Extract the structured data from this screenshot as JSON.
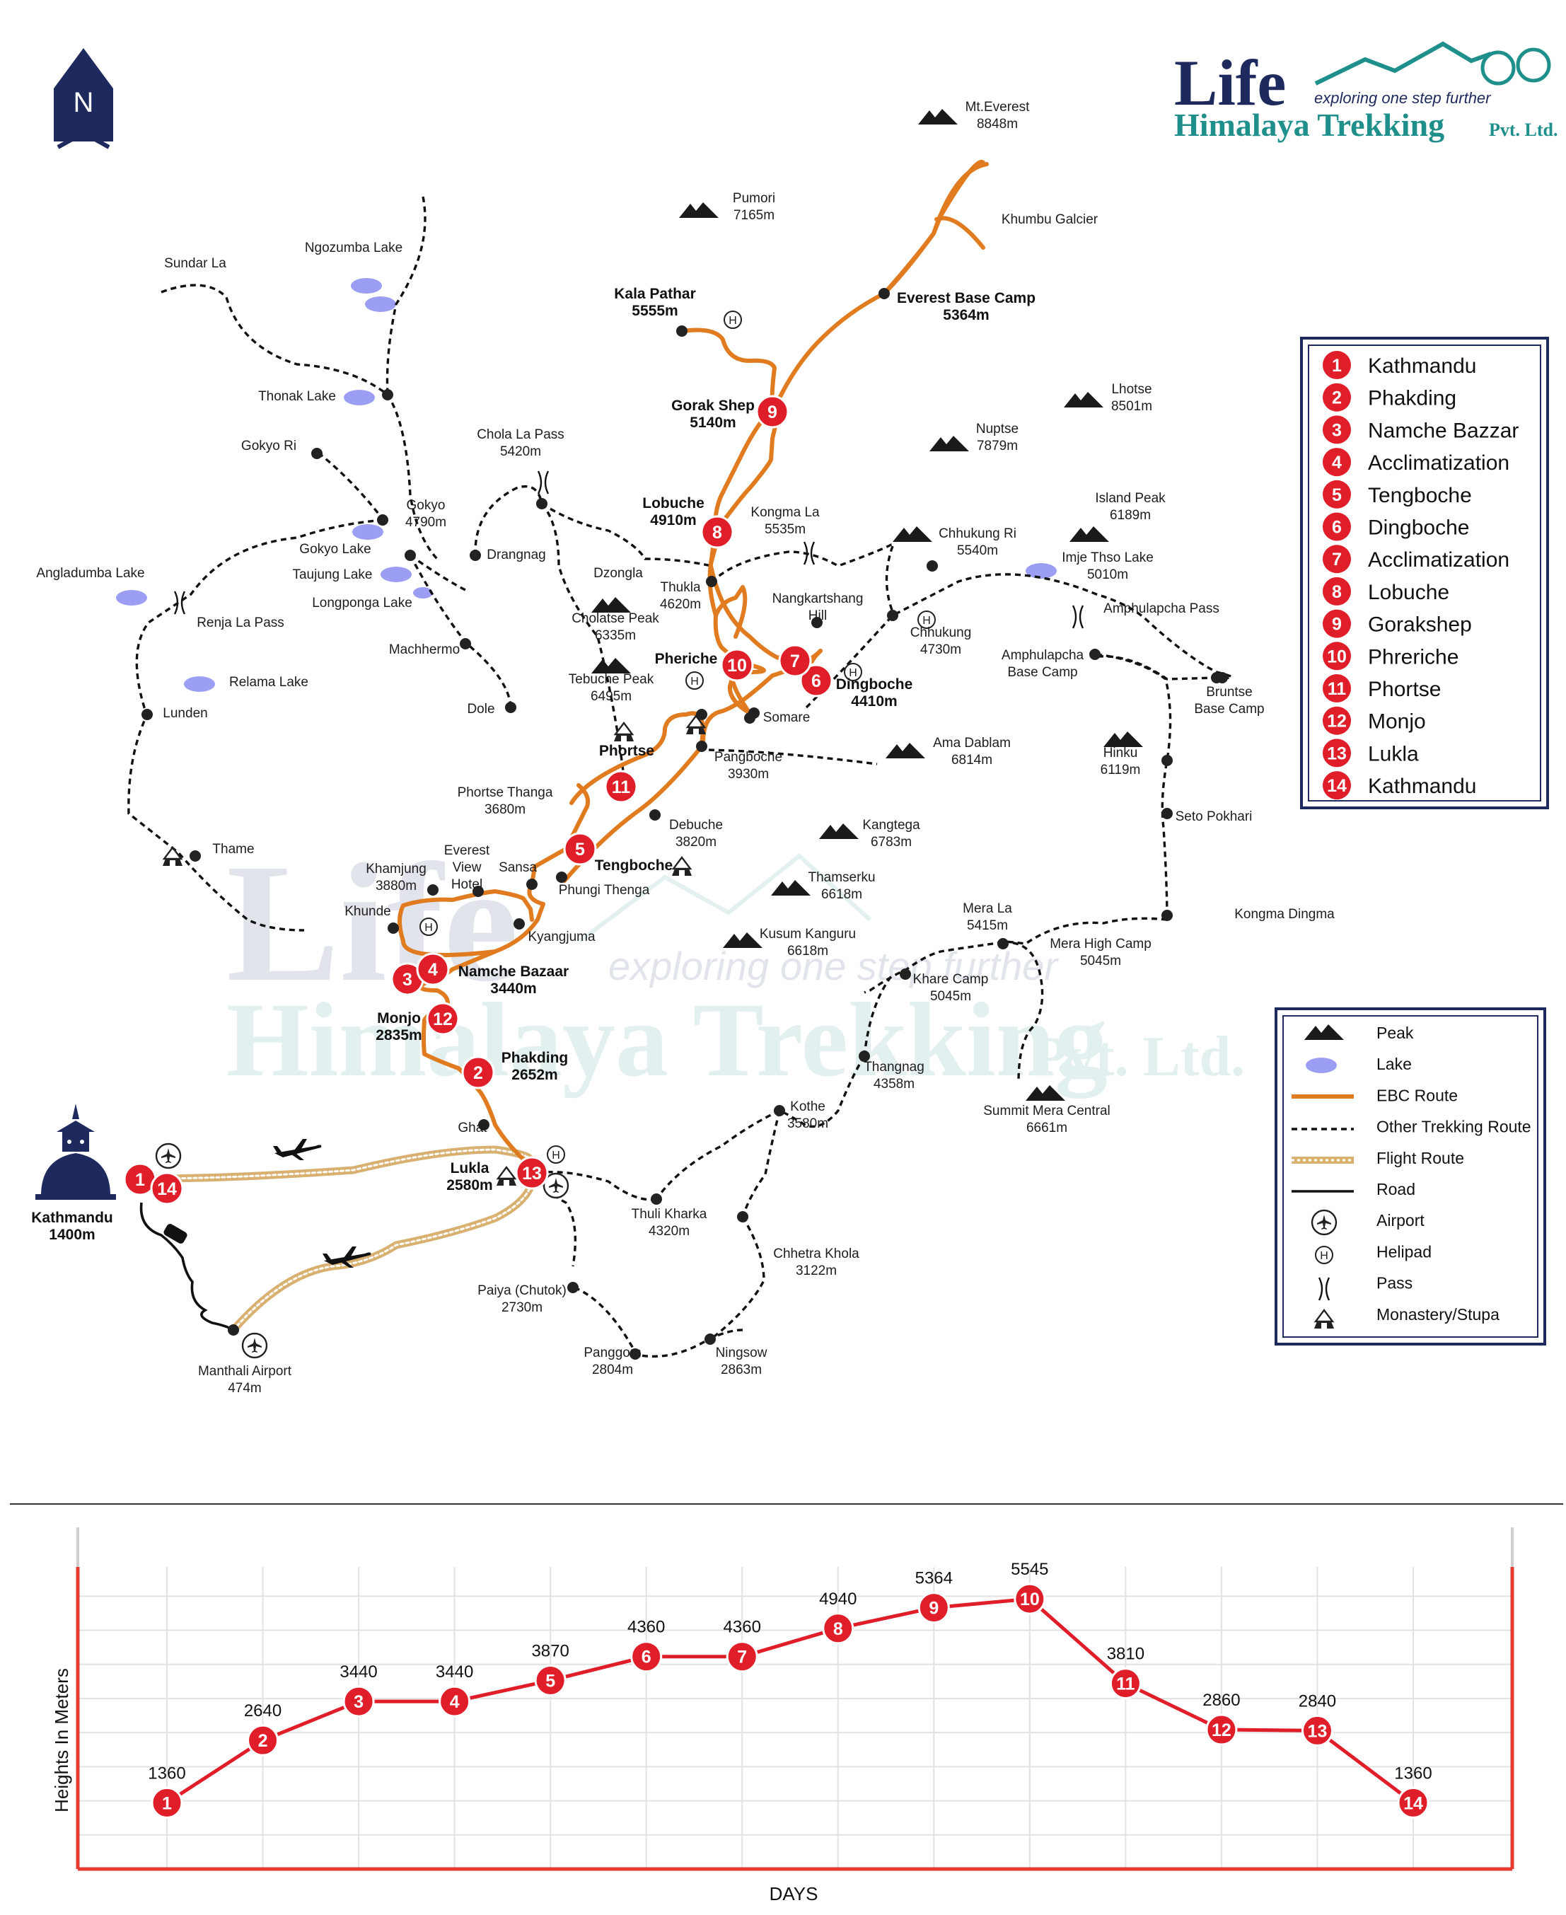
{
  "colors": {
    "ebc": "#e07b20",
    "flight": "#d8b070",
    "badge": "#e01e2a",
    "navy": "#1e2a5e",
    "lake": "#9b9ef2"
  },
  "north": "N",
  "logo": {
    "title": "Life",
    "tagline": "exploring one step further",
    "company": "Himalaya Trekking",
    "suffix": "Pvt. Ltd."
  },
  "places": [
    {
      "id": "everest",
      "lines": [
        "Mt.Everest",
        "8848m"
      ]
    },
    {
      "id": "pumori",
      "lines": [
        "Pumori",
        "7165m"
      ]
    },
    {
      "id": "khumbu",
      "lines": [
        "Khumbu Galcier"
      ]
    },
    {
      "id": "sundar",
      "lines": [
        "Sundar La"
      ]
    },
    {
      "id": "ngozumba",
      "lines": [
        "Ngozumba Lake"
      ]
    },
    {
      "id": "thonak",
      "lines": [
        "Thonak Lake"
      ]
    },
    {
      "id": "gokyori",
      "lines": [
        "Gokyo Ri"
      ]
    },
    {
      "id": "gokyo",
      "lines": [
        "Gokyo",
        "4790m"
      ]
    },
    {
      "id": "gokyolake",
      "lines": [
        "Gokyo Lake"
      ]
    },
    {
      "id": "taujung",
      "lines": [
        "Taujung Lake"
      ]
    },
    {
      "id": "longponga",
      "lines": [
        "Longponga Lake"
      ]
    },
    {
      "id": "angladumba",
      "lines": [
        "Angladumba Lake"
      ]
    },
    {
      "id": "renja",
      "lines": [
        "Renja La Pass"
      ]
    },
    {
      "id": "relama",
      "lines": [
        "Relama Lake"
      ]
    },
    {
      "id": "lunden",
      "lines": [
        "Lunden"
      ]
    },
    {
      "id": "machhermo",
      "lines": [
        "Machhermo"
      ]
    },
    {
      "id": "dole",
      "lines": [
        "Dole"
      ]
    },
    {
      "id": "cholapass",
      "lines": [
        "Chola La Pass",
        "5420m"
      ]
    },
    {
      "id": "drangnag",
      "lines": [
        "Drangnag"
      ]
    },
    {
      "id": "dzongla",
      "lines": [
        "Dzongla"
      ]
    },
    {
      "id": "cholatse",
      "lines": [
        "Cholatse Peak",
        "6335m"
      ]
    },
    {
      "id": "tebuche",
      "lines": [
        "Tebuche Peak",
        "6495m"
      ]
    },
    {
      "id": "thukla",
      "lines": [
        "Thukla",
        "4620m"
      ]
    },
    {
      "id": "kongma",
      "lines": [
        "Kongma La",
        "5535m"
      ]
    },
    {
      "id": "chhukungri",
      "lines": [
        "Chhukung Ri",
        "5540m"
      ]
    },
    {
      "id": "nangkart",
      "lines": [
        "Nangkartshang",
        "Hill"
      ]
    },
    {
      "id": "chhukung",
      "lines": [
        "Chhukung",
        "4730m"
      ]
    },
    {
      "id": "lhotse",
      "lines": [
        "Lhotse",
        "8501m"
      ]
    },
    {
      "id": "nuptse",
      "lines": [
        "Nuptse",
        "7879m"
      ]
    },
    {
      "id": "island",
      "lines": [
        "Island Peak",
        "6189m"
      ]
    },
    {
      "id": "imje",
      "lines": [
        "Imje Thso Lake",
        "5010m"
      ]
    },
    {
      "id": "amphupass",
      "lines": [
        "Amphulapcha Pass"
      ]
    },
    {
      "id": "amphubase",
      "lines": [
        "Amphulapcha",
        "Base Camp"
      ]
    },
    {
      "id": "bruntse",
      "lines": [
        "Bruntse",
        "Base Camp"
      ]
    },
    {
      "id": "somare",
      "lines": [
        "Somare"
      ]
    },
    {
      "id": "pangboche",
      "lines": [
        "Pangboche",
        "3930m"
      ]
    },
    {
      "id": "amadablam",
      "lines": [
        "Ama Dablam",
        "6814m"
      ]
    },
    {
      "id": "hinku",
      "lines": [
        "Hinku",
        "6119m"
      ]
    },
    {
      "id": "setopokhari",
      "lines": [
        "Seto Pokhari"
      ]
    },
    {
      "id": "phortsethanga",
      "lines": [
        "Phortse Thanga",
        "3680m"
      ]
    },
    {
      "id": "debuche",
      "lines": [
        "Debuche",
        "3820m"
      ]
    },
    {
      "id": "kangtega",
      "lines": [
        "Kangtega",
        "6783m"
      ]
    },
    {
      "id": "thame",
      "lines": [
        "Thame"
      ]
    },
    {
      "id": "khamjung",
      "lines": [
        "Khamjung",
        "3880m"
      ]
    },
    {
      "id": "everestview",
      "lines": [
        "Everest",
        "View",
        "Hotel"
      ]
    },
    {
      "id": "sansa",
      "lines": [
        "Sansa"
      ]
    },
    {
      "id": "phungi",
      "lines": [
        "Phungi Thenga"
      ]
    },
    {
      "id": "thamserku",
      "lines": [
        "Thamserku",
        "6618m"
      ]
    },
    {
      "id": "khunde",
      "lines": [
        "Khunde"
      ]
    },
    {
      "id": "kyangjuma",
      "lines": [
        "Kyangjuma"
      ]
    },
    {
      "id": "kusum",
      "lines": [
        "Kusum Kanguru",
        "6618m"
      ]
    },
    {
      "id": "merala",
      "lines": [
        "Mera La",
        "5415m"
      ]
    },
    {
      "id": "merahigh",
      "lines": [
        "Mera High Camp",
        "5045m"
      ]
    },
    {
      "id": "kongmadingma",
      "lines": [
        "Kongma Dingma"
      ]
    },
    {
      "id": "kharecamp",
      "lines": [
        "Khare Camp",
        "5045m"
      ]
    },
    {
      "id": "thangnag",
      "lines": [
        "Thangnag",
        "4358m"
      ]
    },
    {
      "id": "summitmera",
      "lines": [
        "Summit Mera Central",
        "6661m"
      ]
    },
    {
      "id": "kothe",
      "lines": [
        "Kothe",
        "3580m"
      ]
    },
    {
      "id": "ghat",
      "lines": [
        "Ghat"
      ]
    },
    {
      "id": "thulikharka",
      "lines": [
        "Thuli Kharka",
        "4320m"
      ]
    },
    {
      "id": "chhetra",
      "lines": [
        "Chhetra Khola",
        "3122m"
      ]
    },
    {
      "id": "paiya",
      "lines": [
        "Paiya (Chutok)",
        "2730m"
      ]
    },
    {
      "id": "panggom",
      "lines": [
        "Panggom",
        "2804m"
      ]
    },
    {
      "id": "ningsow",
      "lines": [
        "Ningsow",
        "2863m"
      ]
    },
    {
      "id": "manthali",
      "lines": [
        "Manthali Airport",
        "474m"
      ]
    }
  ],
  "bold_places": [
    {
      "id": "kalapathar",
      "lines": [
        "Kala Pathar",
        "5555m"
      ]
    },
    {
      "id": "ebc",
      "lines": [
        "Everest Base Camp",
        "5364m"
      ]
    },
    {
      "id": "gorakshep",
      "lines": [
        "Gorak Shep",
        "5140m"
      ]
    },
    {
      "id": "lobuche",
      "lines": [
        "Lobuche",
        "4910m"
      ]
    },
    {
      "id": "pheriche",
      "lines": [
        "Pheriche"
      ]
    },
    {
      "id": "dingboche",
      "lines": [
        "Dingboche",
        "4410m"
      ]
    },
    {
      "id": "phortse",
      "lines": [
        "Phortse"
      ]
    },
    {
      "id": "tengboche",
      "lines": [
        "Tengboche"
      ]
    },
    {
      "id": "namche",
      "lines": [
        "Namche Bazaar",
        "3440m"
      ]
    },
    {
      "id": "monjo",
      "lines": [
        "Monjo",
        "2835m"
      ]
    },
    {
      "id": "phakding",
      "lines": [
        "Phakding",
        "2652m"
      ]
    },
    {
      "id": "lukla",
      "lines": [
        "Lukla",
        "2580m"
      ]
    },
    {
      "id": "kathmandu",
      "lines": [
        "Kathmandu",
        "1400m"
      ]
    }
  ],
  "itinerary": [
    {
      "num": "1",
      "name": "Kathmandu"
    },
    {
      "num": "2",
      "name": "Phakding"
    },
    {
      "num": "3",
      "name": "Namche Bazzar"
    },
    {
      "num": "4",
      "name": "Acclimatization"
    },
    {
      "num": "5",
      "name": "Tengboche"
    },
    {
      "num": "6",
      "name": "Dingboche"
    },
    {
      "num": "7",
      "name": "Acclimatization"
    },
    {
      "num": "8",
      "name": "Lobuche"
    },
    {
      "num": "9",
      "name": "Gorakshep"
    },
    {
      "num": "10",
      "name": "Phreriche"
    },
    {
      "num": "11",
      "name": "Phortse"
    },
    {
      "num": "12",
      "name": "Monjo"
    },
    {
      "num": "13",
      "name": "Lukla"
    },
    {
      "num": "14",
      "name": "Kathmandu"
    }
  ],
  "map_stops": [
    "1",
    "2",
    "3",
    "4",
    "5",
    "6",
    "7",
    "8",
    "9",
    "10",
    "11",
    "12",
    "13",
    "14"
  ],
  "key": [
    {
      "id": "peak",
      "label": "Peak"
    },
    {
      "id": "lake",
      "label": "Lake"
    },
    {
      "id": "ebc",
      "label": "EBC Route"
    },
    {
      "id": "other",
      "label": "Other Trekking Route"
    },
    {
      "id": "flight",
      "label": "Flight Route"
    },
    {
      "id": "road",
      "label": "Road"
    },
    {
      "id": "airport",
      "label": "Airport"
    },
    {
      "id": "helipad",
      "label": "Helipad"
    },
    {
      "id": "pass",
      "label": "Pass"
    },
    {
      "id": "monastery",
      "label": "Monastery/Stupa"
    }
  ],
  "chart_data": {
    "type": "line",
    "x": [
      1,
      2,
      3,
      4,
      5,
      6,
      7,
      8,
      9,
      10,
      11,
      12,
      13,
      14
    ],
    "values": [
      1360,
      2640,
      3440,
      3440,
      3870,
      4360,
      4360,
      4940,
      5364,
      5545,
      3810,
      2860,
      2840,
      1360
    ],
    "ylabel": "Heights In Meters",
    "xlabel": "DAYS",
    "ylim": [
      0,
      6200
    ],
    "grid": true
  }
}
